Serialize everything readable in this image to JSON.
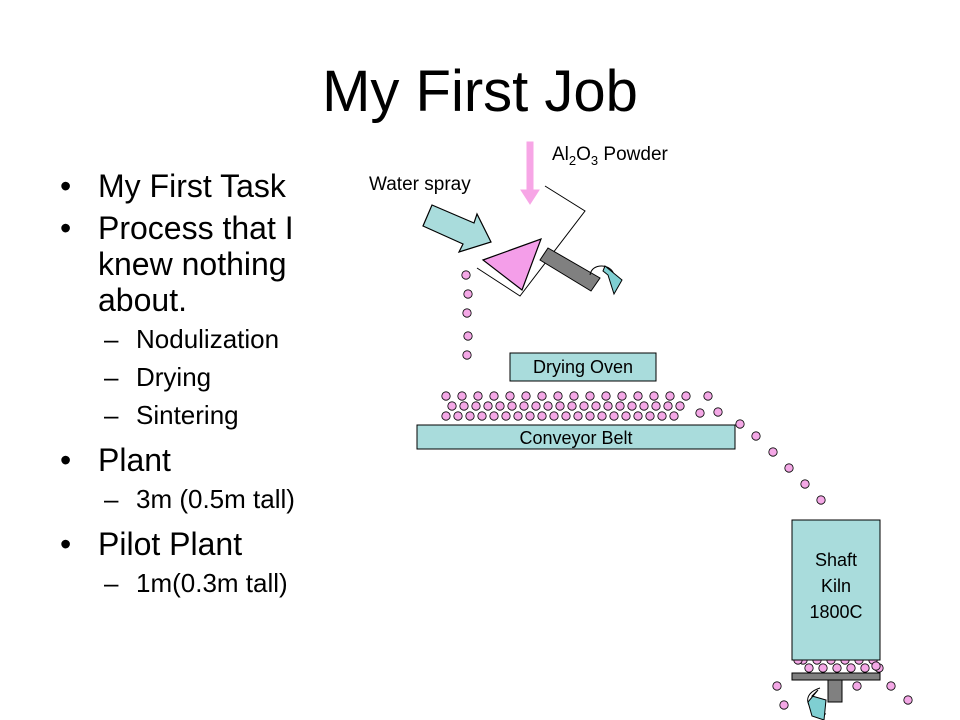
{
  "slide": {
    "title": "My First Job"
  },
  "bullets": {
    "task": "My First Task",
    "process": "Process that I knew nothing about.",
    "nodulization": "Nodulization",
    "drying": "Drying",
    "sintering": "Sintering",
    "plant": "Plant",
    "plant_size": "3m (0.5m tall)",
    "pilot": "Pilot Plant",
    "pilot_size": "1m(0.3m tall)",
    "bullet_glyph": "•",
    "dash_glyph": "–"
  },
  "diagram": {
    "powder_label_prefix": "Al",
    "powder_sub1": "2",
    "powder_mid": "O",
    "powder_sub2": "3",
    "powder_label_suffix": " Powder",
    "water_label": "Water spray",
    "oven_label": "Drying Oven",
    "belt_label": "Conveyor Belt",
    "kiln_line1": "Shaft",
    "kiln_line2": "Kiln",
    "kiln_line3": "1800C",
    "colors": {
      "pellet": "#f4a8e6",
      "pink_arrow": "#f7a6e6",
      "teal_box": "#a9dcdc",
      "rotate_arrow": "#7fcfd2",
      "stroke": "#000000",
      "pan": "#f49ee9",
      "shaft": "#808080"
    }
  }
}
